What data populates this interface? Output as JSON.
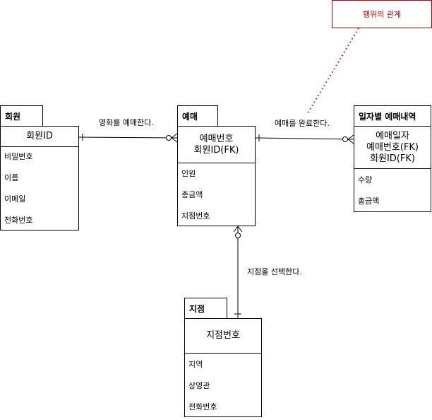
{
  "entities": {
    "member": {
      "title": "회원",
      "pk": [
        "회원ID"
      ],
      "attrs": [
        "비밀번호",
        "이름",
        "이메일",
        "전화번호"
      ]
    },
    "reservation": {
      "title": "예매",
      "pk": [
        "예매번호",
        "회원ID(FK)"
      ],
      "attrs": [
        "인원",
        "총금액",
        "지점번호"
      ]
    },
    "daily": {
      "title": "일자별 예매내역",
      "pk": [
        "예매일자",
        "예매번호(FK)",
        "회원ID(FK)"
      ],
      "attrs": [
        "수량",
        "총금액"
      ]
    },
    "branch": {
      "title": "지점",
      "pk": [
        "지점번호"
      ],
      "attrs": [
        "지역",
        "상영관",
        "전화번호"
      ]
    }
  },
  "relations": {
    "member_reservation": "영화를 예매한다.",
    "reservation_daily": "예매를 완료한다.",
    "reservation_branch": "지점을 선택한다."
  },
  "note": "행위의 관계",
  "colors": {
    "line": "#000000",
    "note": "#c00000"
  }
}
